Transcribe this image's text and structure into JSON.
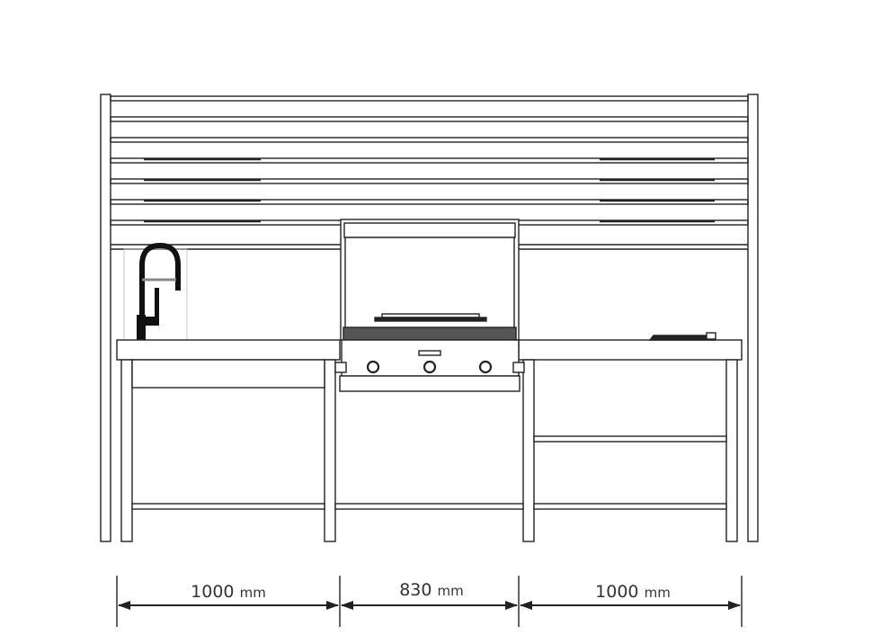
{
  "dimensions": [
    {
      "value": "1000",
      "unit": "mm"
    },
    {
      "value": "830",
      "unit": "mm"
    },
    {
      "value": "1000",
      "unit": "mm"
    }
  ],
  "colors": {
    "line": "#222222",
    "fill": "#ffffff"
  },
  "icons": {
    "faucet": "faucet-icon",
    "knob": "grill-knob-icon"
  }
}
